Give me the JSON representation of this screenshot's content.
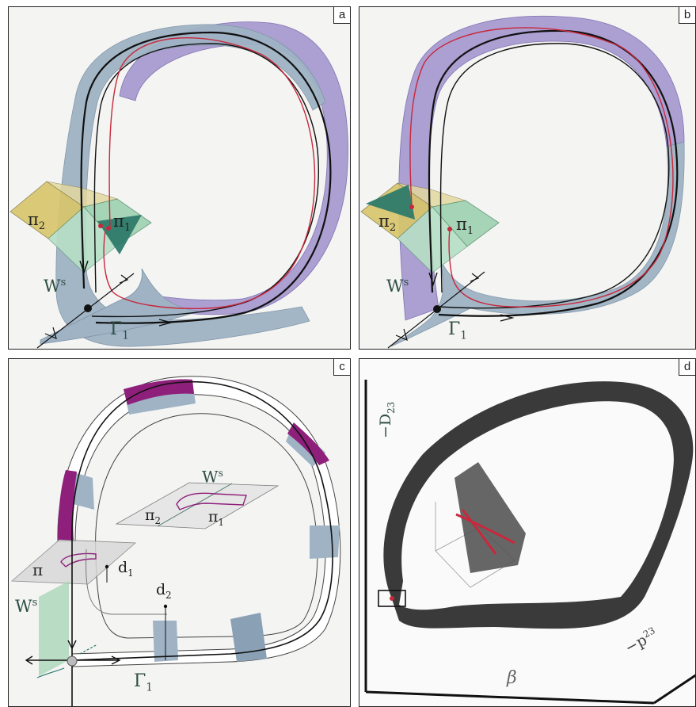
{
  "panels": {
    "a": {
      "tag": "a",
      "pi2": "π",
      "pi2_sub": "2",
      "pi1": "π",
      "pi1_sub": "1",
      "ws": "W",
      "ws_sup": "s",
      "gamma": "Γ",
      "gamma_sub": "1"
    },
    "b": {
      "tag": "b",
      "pi2": "π",
      "pi2_sub": "2",
      "pi1": "π",
      "pi1_sub": "1",
      "ws": "W",
      "ws_sup": "s",
      "gamma": "Γ",
      "gamma_sub": "1"
    },
    "c": {
      "tag": "c",
      "ws_inset": "W",
      "ws_inset_sup": "s",
      "pi2": "π",
      "pi2_sub": "2",
      "pi1": "π",
      "pi1_sub": "1",
      "pi": "π",
      "d1": "d",
      "d1_sub": "1",
      "d2": "d",
      "d2_sub": "2",
      "ws": "W",
      "ws_sup": "s",
      "gamma": "Γ",
      "gamma_sub": "1"
    },
    "d": {
      "tag": "d",
      "ylabel": "−D",
      "ylabel_sub": "23",
      "xlabel": "β",
      "zlabel": "−p",
      "zlabel_sub": "23"
    }
  },
  "colors": {
    "manifold_blue": "#9fb3c4",
    "manifold_purple": "#a99bd0",
    "orbit_red": "#c8283c",
    "section_yellow": "#d8c66c",
    "section_green": "#9fd2b1",
    "teal": "#2e7a6a",
    "magenta": "#8e1f7a",
    "attractor_dark": "#3a3a3a"
  }
}
